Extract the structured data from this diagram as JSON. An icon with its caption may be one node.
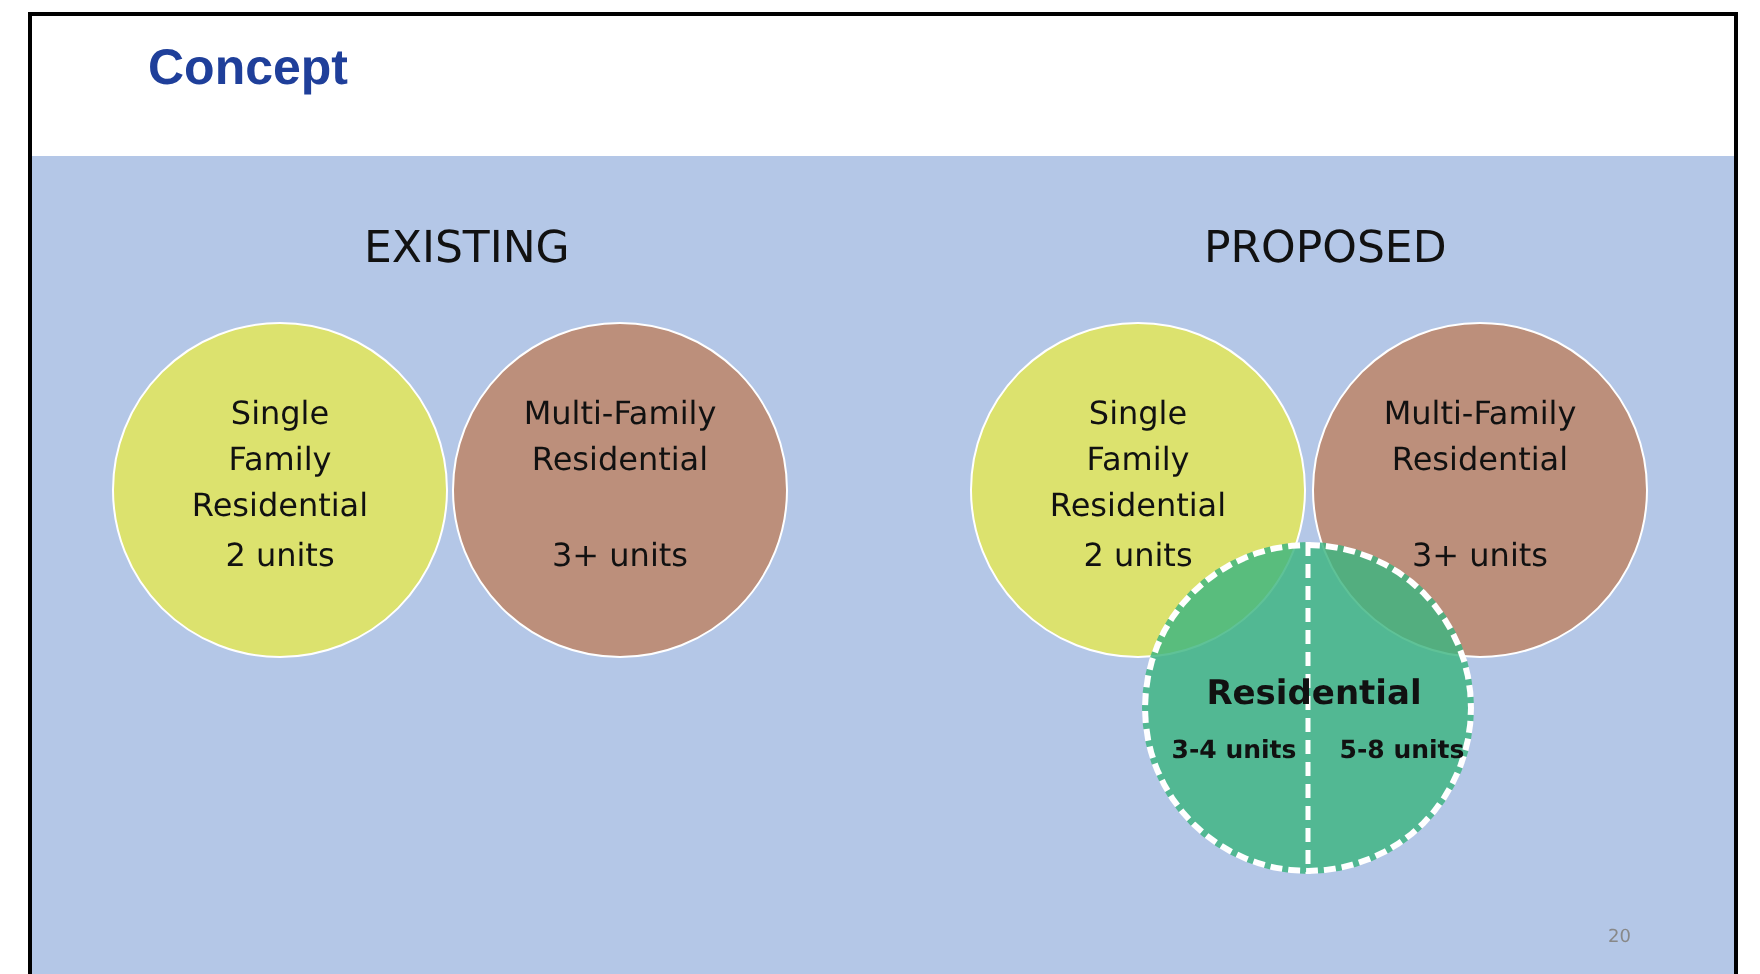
{
  "diagram": {
    "title": "Concept",
    "nodes": [
      {
        "text": [
          "Single Family Residential",
          "2 units"
        ]
      },
      {
        "text": [
          "Multi-Family Residential",
          "3+ units"
        ]
      },
      {
        "text": [
          "Single Family Residential",
          "2 units"
        ]
      },
      {
        "text": [
          "Multi-Family Residential",
          "3+ units"
        ]
      },
      {
        "text": [
          "Residential",
          "3-4 units",
          "5-8 units"
        ]
      }
    ],
    "edges": [],
    "labels": [
      "EXISTING",
      "PROPOSED",
      "20"
    ]
  }
}
